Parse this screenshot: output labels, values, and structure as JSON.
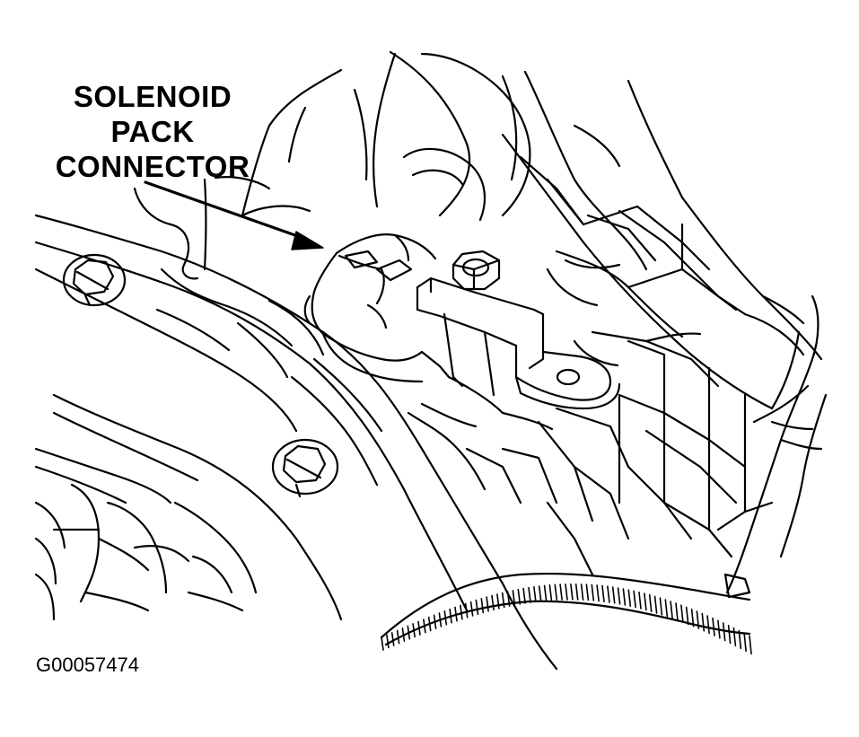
{
  "callout": {
    "line1": "SOLENOID",
    "line2": "PACK",
    "line3": "CONNECTOR"
  },
  "figure_id": "G00057474",
  "colors": {
    "ink": "#000000",
    "paper": "#ffffff"
  }
}
